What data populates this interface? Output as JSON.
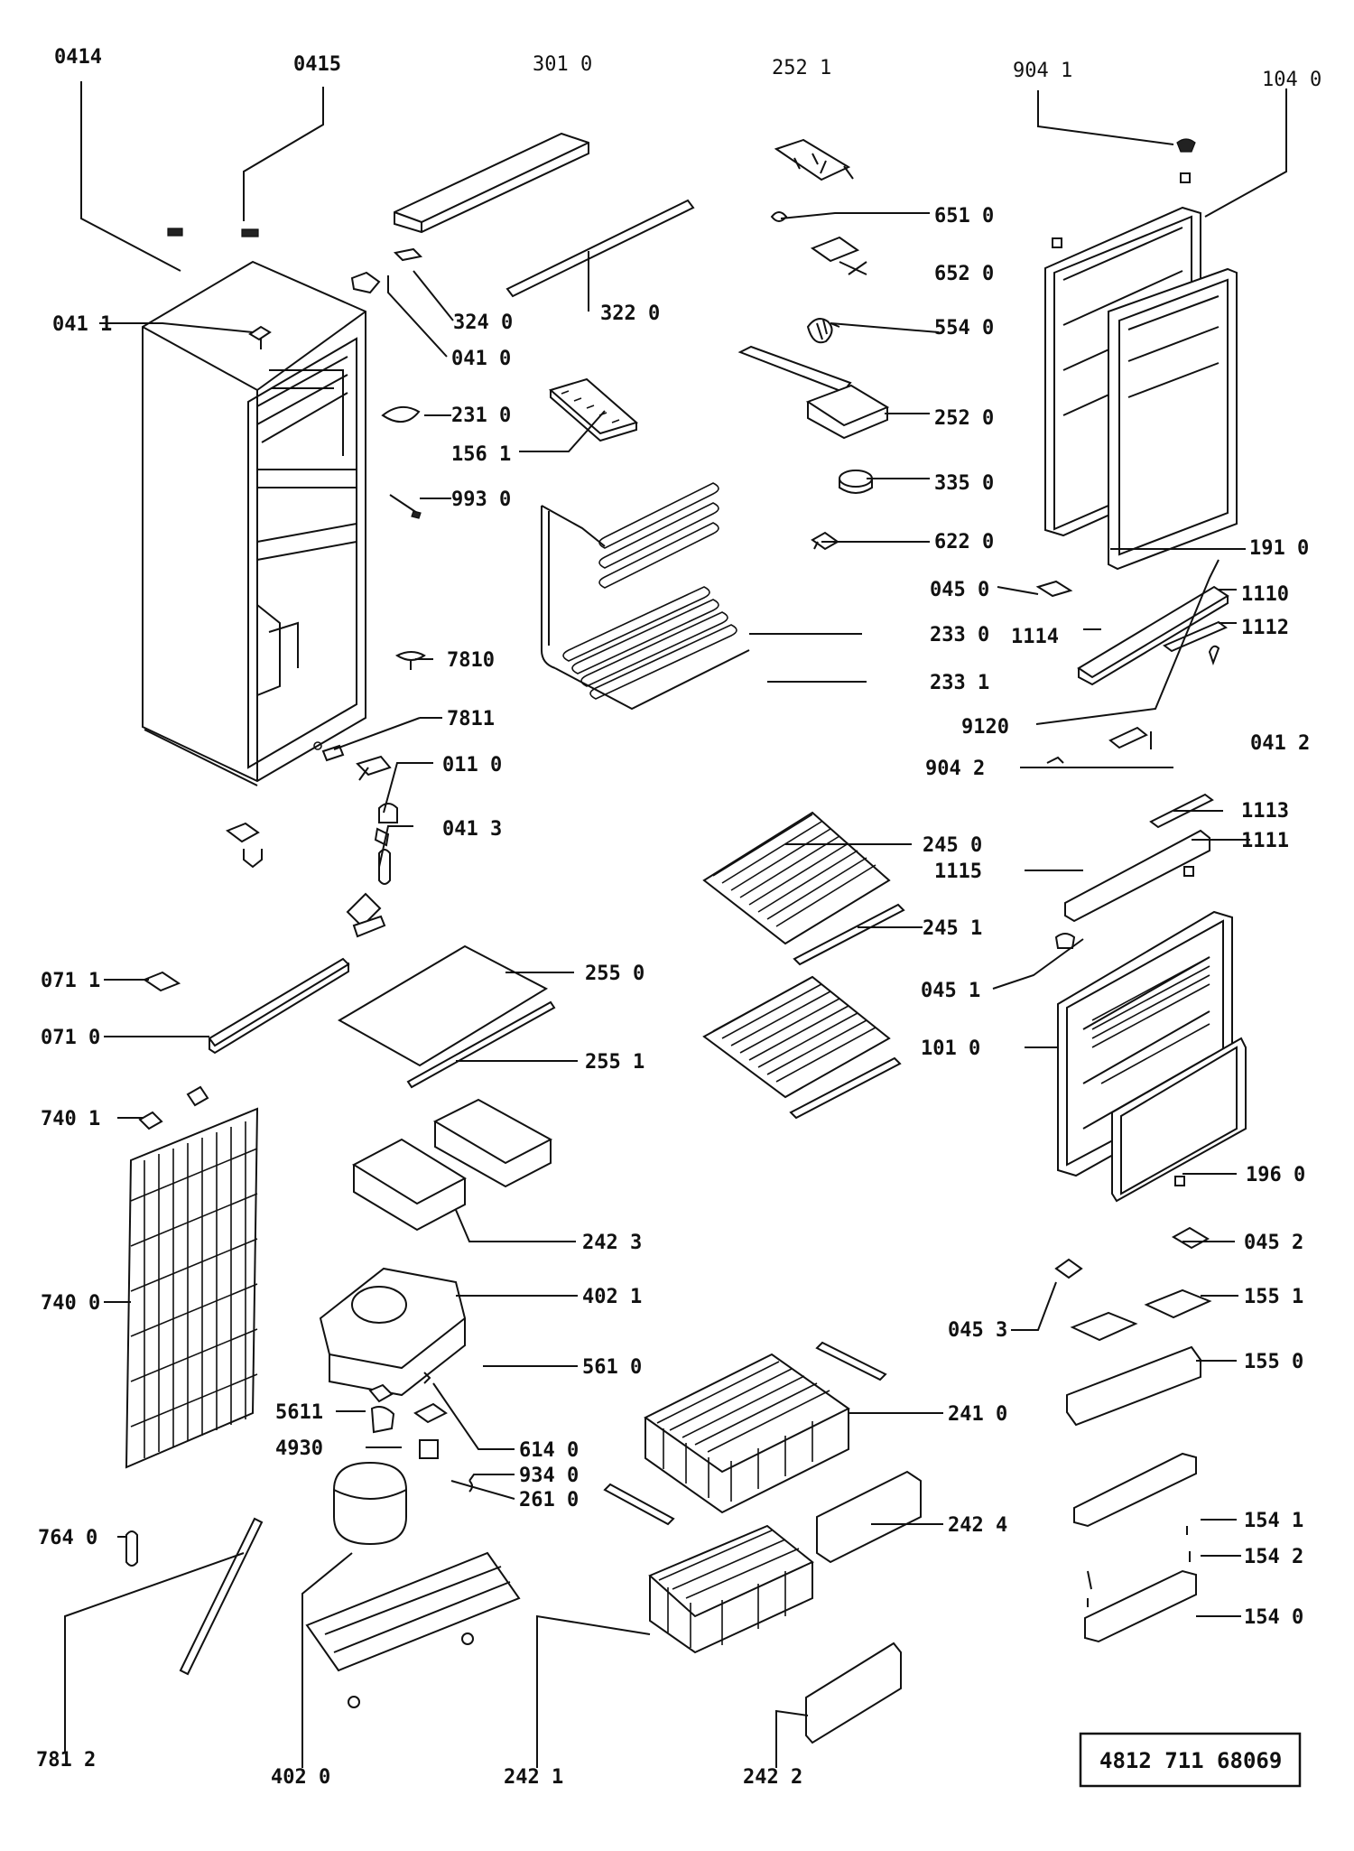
{
  "title": "",
  "diagram": {
    "labels": {
      "l0414": "0414",
      "l0415": "0415",
      "l3010": "301 0",
      "l2521": "252 1",
      "l9041": "904 1",
      "l1040": "104 0",
      "l0411": "041 1",
      "l3240": "324 0",
      "l3220": "322 0",
      "l6510": "651 0",
      "l6520": "652 0",
      "l5540": "554 0",
      "l0410": "041 0",
      "l2310": "231 0",
      "l1561": "156 1",
      "l2520": "252 0",
      "l3350": "335 0",
      "l9930": "993 0",
      "l6220": "622 0",
      "l1910": "191 0",
      "l0450": "045 0",
      "l1110": "1110",
      "l1114": "1114",
      "l1112": "1112",
      "l2330": "233 0",
      "l2331": "233 1",
      "l7810": "7810",
      "l9120": "9120",
      "l7811": "7811",
      "l0110": "011 0",
      "l0412": "041 2",
      "l9042": "904 2",
      "l0413": "041 3",
      "l1113": "1113",
      "l1111": "1111",
      "l2450": "245 0",
      "l1115": "1115",
      "l2451": "245 1",
      "l0711": "071 1",
      "l2550": "255 0",
      "l0451": "045 1",
      "l0710": "071 0",
      "l1010": "101 0",
      "l2551": "255 1",
      "l7401": "740 1",
      "l1960": "196 0",
      "l2423": "242 3",
      "l0452": "045 2",
      "l7400": "740 0",
      "l4021": "402 1",
      "l1551": "155 1",
      "l0453": "045 3",
      "l1550": "155 0",
      "l5610": "561 0",
      "l5611": "5611",
      "l2410": "241 0",
      "l4930": "4930",
      "l6140": "614 0",
      "l9340": "934 0",
      "l2610": "261 0",
      "l2424": "242 4",
      "l7640": "764 0",
      "l1541": "154 1",
      "l1542": "154 2",
      "l1540": "154 0",
      "l7812": "781 2",
      "l4020": "402 0",
      "l2421": "242 1",
      "l2422": "242 2"
    },
    "stamp": "4812 711 68069"
  }
}
